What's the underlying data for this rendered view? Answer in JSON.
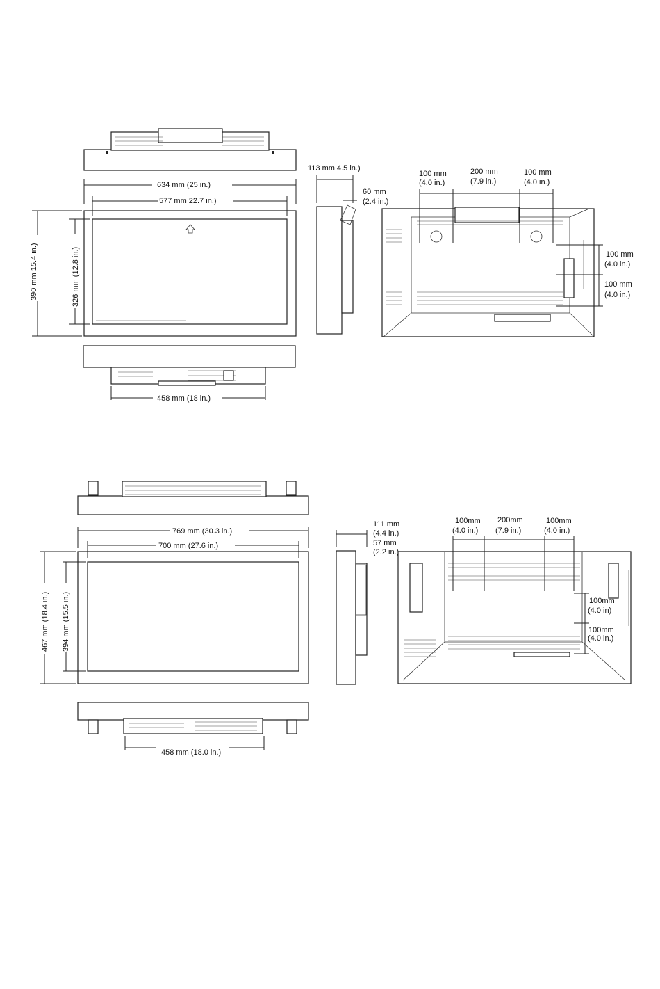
{
  "diagram_1": {
    "front_width": "634 mm (25 in.)",
    "screen_width": "577 mm 22.7 in.)",
    "front_height": "390 mm 15.4 in.)",
    "screen_height": "326 mm (12.8 in.)",
    "bottom_width": "458 mm (18 in.)",
    "side_depth": "113 mm 4.5 in.)",
    "side_bracket_mm": "60 mm",
    "side_bracket_in": "(2.4 in.)",
    "rear_top": [
      {
        "mm": "100 mm",
        "in": "(4.0 in.)"
      },
      {
        "mm": "200 mm",
        "in": "(7.9 in.)"
      },
      {
        "mm": "100 mm",
        "in": "(4.0 in.)"
      }
    ],
    "rear_right": [
      {
        "mm": "100 mm",
        "in": "(4.0 in.)"
      },
      {
        "mm": "100 mm",
        "in": "(4.0 in.)"
      }
    ]
  },
  "diagram_2": {
    "front_width": "769 mm (30.3 in.)",
    "screen_width": "700 mm (27.6 in.)",
    "front_height": "467 mm (18.4 in.)",
    "screen_height": "394 mm (15.5 in.)",
    "bottom_width": "458 mm (18.0 in.)",
    "side_depth_mm": "111 mm",
    "side_depth_in": "(4.4 in.)",
    "side_bracket_mm": "57 mm",
    "side_bracket_in": "(2.2 in.)",
    "rear_top": [
      {
        "mm": "100mm",
        "in": "(4.0 in.)"
      },
      {
        "mm": "200mm",
        "in": "(7.9 in.)"
      },
      {
        "mm": "100mm",
        "in": "(4.0 in.)"
      }
    ],
    "rear_right": [
      {
        "mm": "100mm",
        "in": "(4.0 in)"
      },
      {
        "mm": "100mm",
        "in": "(4.0 in.)"
      }
    ]
  }
}
